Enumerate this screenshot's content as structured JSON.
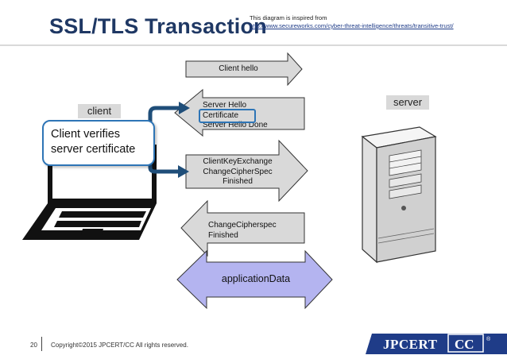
{
  "header": {
    "title": "SSL/TLS Transaction",
    "note_line1": "This diagram is inspired from",
    "note_url": "http://www.secureworks.com/cyber-threat-intelligence/threats/transitive-trust/"
  },
  "labels": {
    "client": "client",
    "server": "server"
  },
  "callout": {
    "line1": "Client verifies",
    "line2": "server certificate"
  },
  "messages": {
    "client_hello": "Client hello",
    "server_hello": [
      "Server Hello",
      "Certificate",
      "Server Hello Done"
    ],
    "client_key": [
      "ClientKeyExchange",
      "ChangeCipherSpec",
      "Finished"
    ],
    "change_cipher": [
      "ChangeCipherspec",
      "Finished"
    ],
    "app_data": "applicationData"
  },
  "footer": {
    "page_number": "20",
    "copyright": "Copyright©2015 JPCERT/CC All rights reserved.",
    "logo_text": "JPCERT",
    "logo_cc": "CC",
    "logo_reg": "®"
  },
  "colors": {
    "title": "#1f3864",
    "arrow_fill": "#d9d9d9",
    "app_data_fill": "#b4b4f0",
    "highlight": "#2e75b6",
    "connector": "#1f4e79",
    "logo_bg": "#1f3c88"
  }
}
